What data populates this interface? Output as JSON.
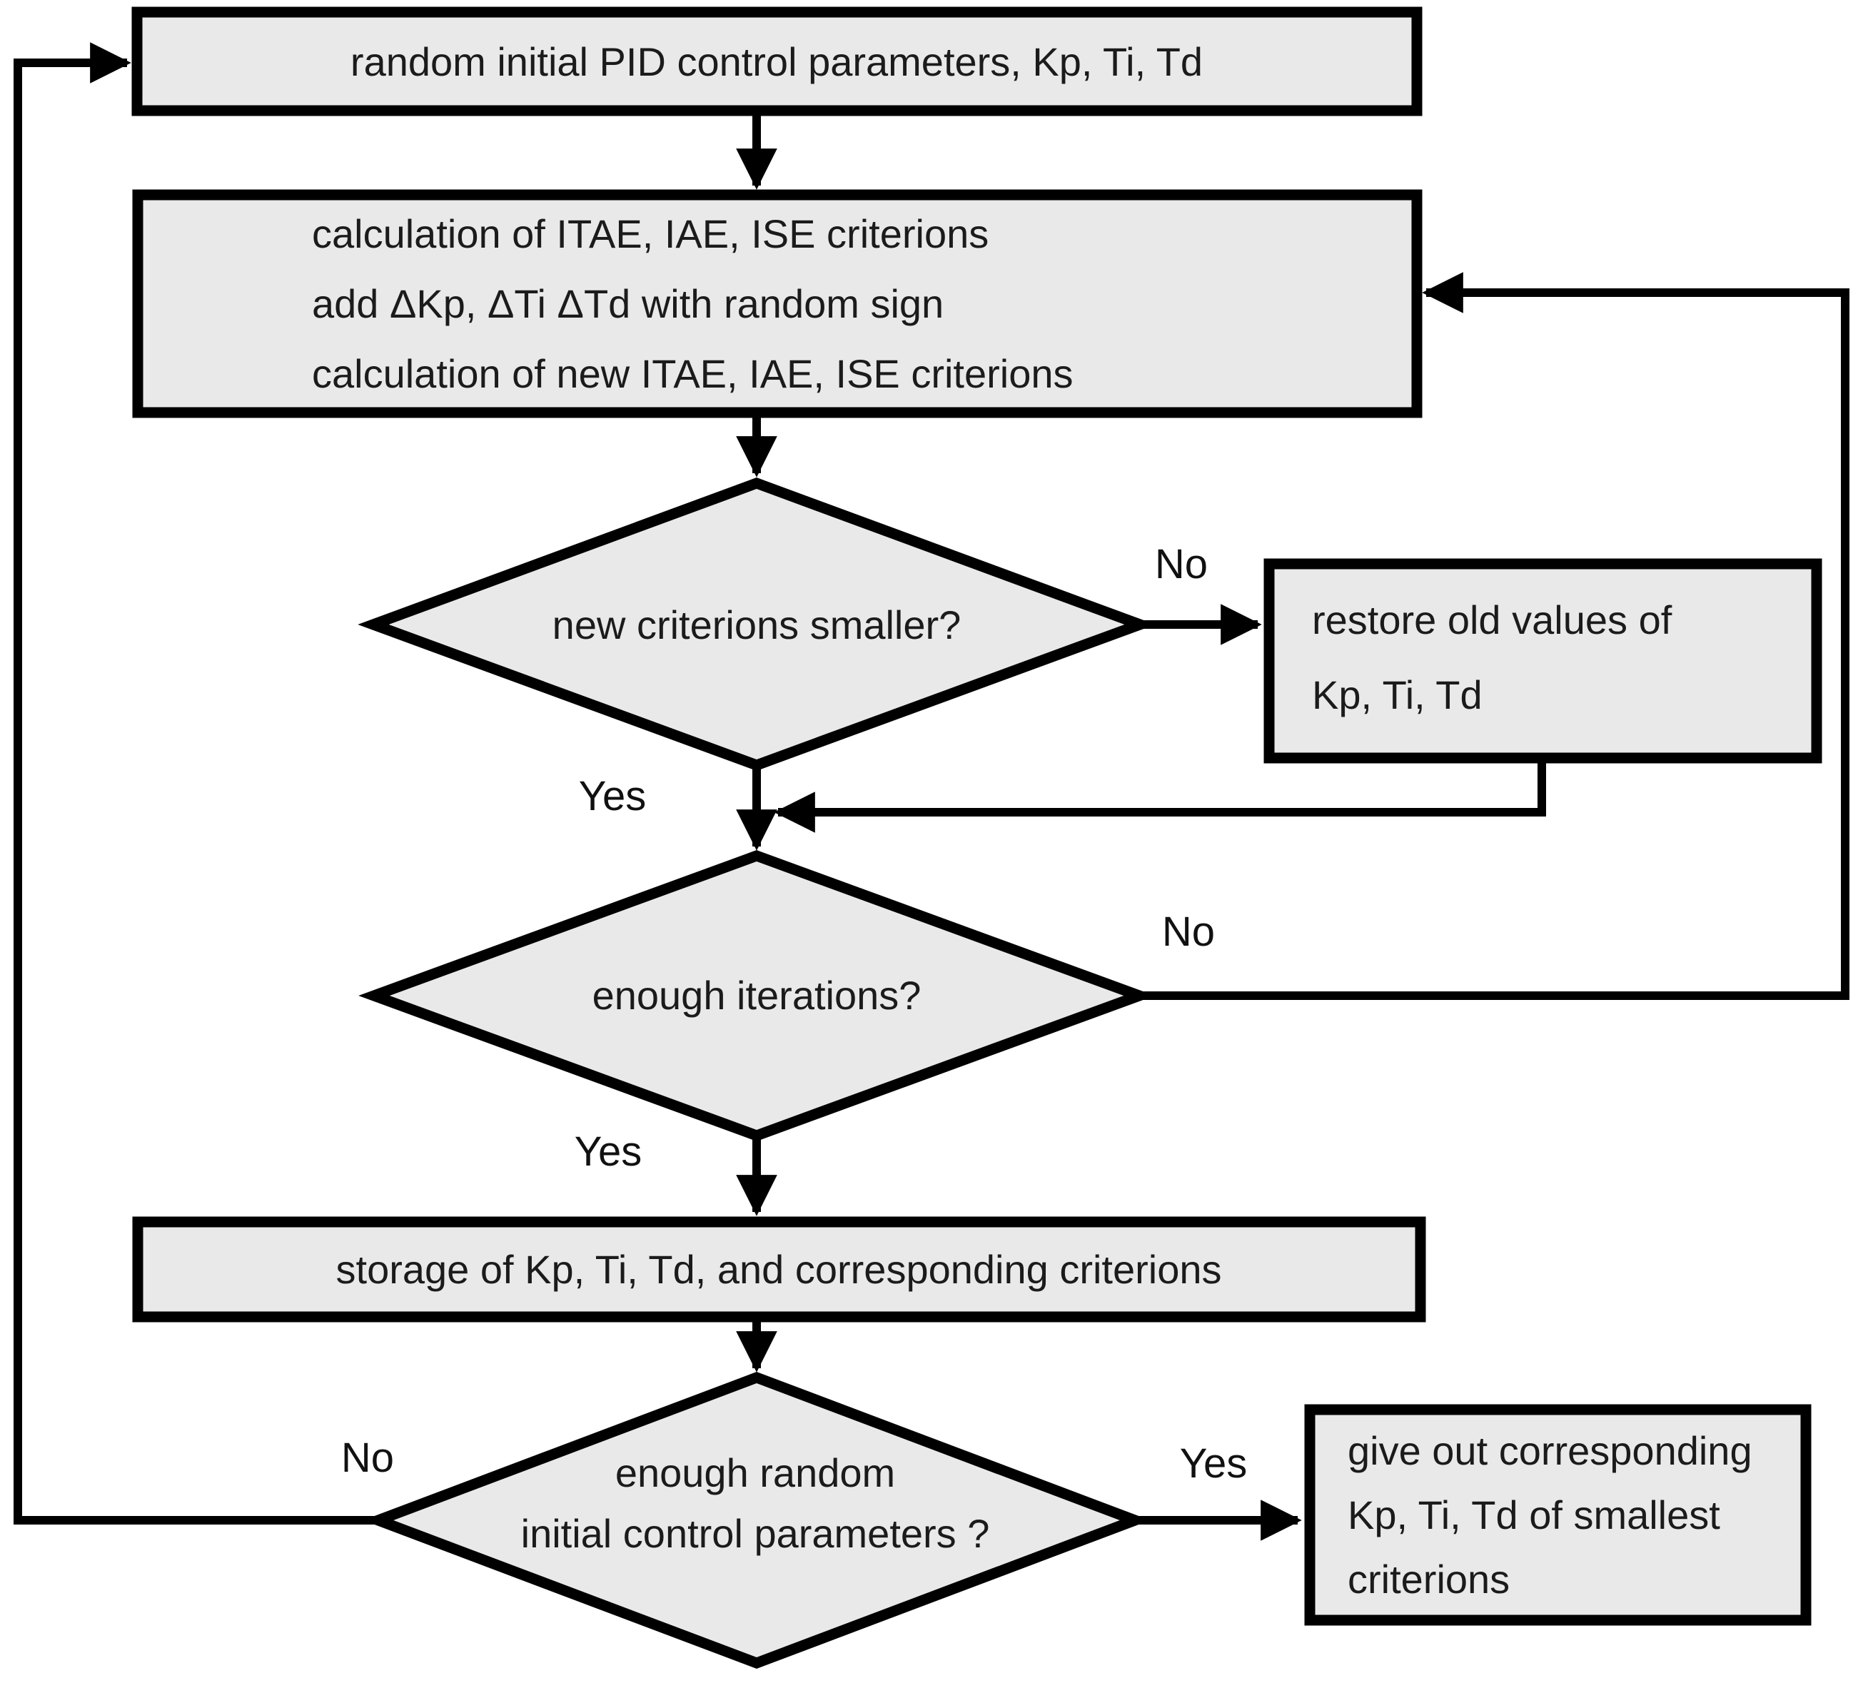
{
  "figure": {
    "background": "#ffffff",
    "node_fill": "#e9e9e9",
    "line_color": "#000000",
    "text_color": "#1b1b1b"
  },
  "nodes": {
    "start": {
      "shape": "rect",
      "lines": [
        "random initial PID control parameters, Kp, Ti, Td"
      ]
    },
    "calc": {
      "shape": "rect",
      "lines": [
        "calculation of ITAE, IAE, ISE criterions",
        "add ΔKp, ΔTi ΔTd with random sign",
        "calculation of new ITAE, IAE, ISE criterions"
      ]
    },
    "decision_smaller": {
      "shape": "diamond",
      "lines": [
        "new criterions smaller?"
      ]
    },
    "restore": {
      "shape": "rect",
      "lines": [
        "restore old values of",
        "Kp, Ti, Td"
      ]
    },
    "decision_iterations": {
      "shape": "diamond",
      "lines": [
        "enough iterations?"
      ]
    },
    "storage": {
      "shape": "rect",
      "lines": [
        "storage of Kp, Ti, Td, and corresponding criterions"
      ]
    },
    "decision_random": {
      "shape": "diamond",
      "lines": [
        "enough random",
        "initial control parameters ?"
      ]
    },
    "output": {
      "shape": "rect",
      "lines": [
        "give out corresponding",
        "Kp, Ti, Td of smallest",
        "criterions"
      ]
    }
  },
  "edge_labels": {
    "smaller_no": "No",
    "smaller_yes": "Yes",
    "iterations_no": "No",
    "iterations_yes": "Yes",
    "random_no": "No",
    "random_yes": "Yes"
  }
}
